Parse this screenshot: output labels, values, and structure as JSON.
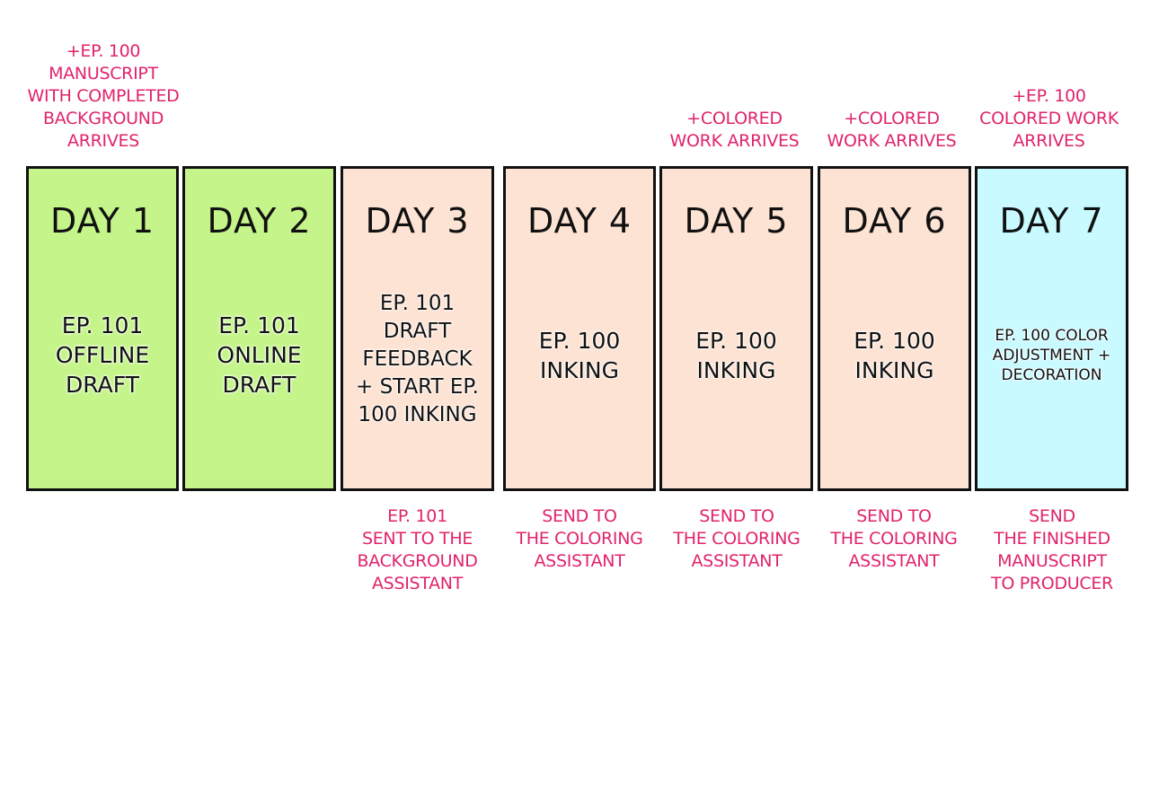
{
  "colors": {
    "note": "#e0246a",
    "border": "#111111",
    "draft_fill": "#c5f58a",
    "inking_fill": "#fde3d3",
    "color_fill": "#c8faff"
  },
  "top_notes": {
    "day1": "+Ep. 100\nmanuscript\nwith completed\nbackground\narrives",
    "day5": "+Colored\nwork arrives",
    "day6": "+Colored\nwork arrives",
    "day7": "+Ep. 100\ncolored work\narrives"
  },
  "days": [
    {
      "title": "DAY 1",
      "task": "Ep. 101\noffline\ndraft",
      "fill": "#c5f58a"
    },
    {
      "title": "DAY 2",
      "task": "Ep. 101\nonline\ndraft",
      "fill": "#c5f58a"
    },
    {
      "title": "DAY 3",
      "task": "Ep. 101\ndraft\nfeedback\n+ start Ep.\n100 inking",
      "fill": "#fde3d3"
    },
    {
      "title": "DAY 4",
      "task": "Ep. 100\ninking",
      "fill": "#fde3d3"
    },
    {
      "title": "DAY 5",
      "task": "Ep. 100\ninking",
      "fill": "#fde3d3"
    },
    {
      "title": "DAY 6",
      "task": "Ep. 100\ninking",
      "fill": "#fde3d3"
    },
    {
      "title": "DAY 7",
      "task": "Ep. 100 color\nadjustment +\ndecoration",
      "fill": "#c8faff"
    }
  ],
  "bottom_notes": {
    "day3": "Ep. 101\nsent to the\nbackground\nassistant",
    "day4": "send to\nthe coloring\nassistant",
    "day5": "send to\nthe coloring\nassistant",
    "day6": "send to\nthe coloring\nassistant",
    "day7": "send\nthe finished\nmanuscript\nto producer"
  }
}
